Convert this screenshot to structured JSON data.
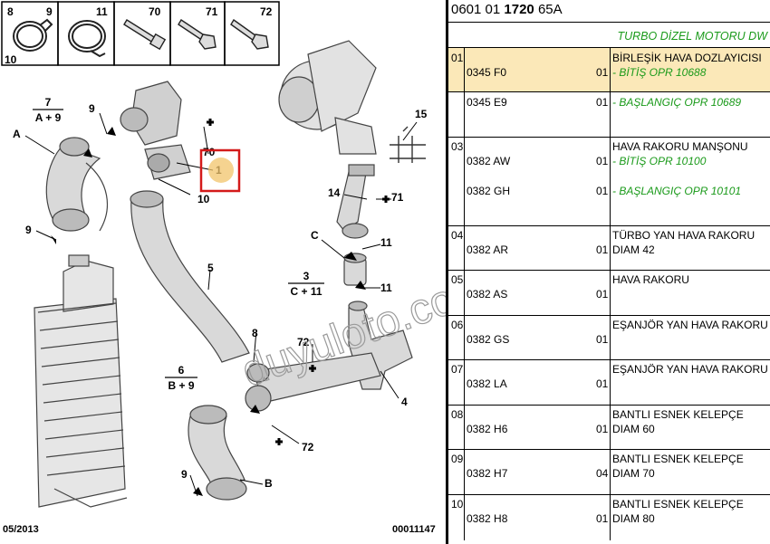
{
  "header": {
    "code_prefix": "0601 01",
    "code_bold": "1720",
    "code_suffix": "65A"
  },
  "subtitle": "TURBO DİZEL MOTORU DW",
  "diagram": {
    "date": "05/2013",
    "doc_number": "00011147",
    "watermark": "duyuloto.com",
    "top_boxes": [
      "8",
      "9",
      "11",
      "70",
      "71",
      "72"
    ],
    "box_corner": "10",
    "labels": {
      "A": "A",
      "B": "B",
      "C": "C",
      "n1": "1",
      "n4": "4",
      "n5": "5",
      "n8": "8",
      "n9a": "9",
      "n9b": "9",
      "n9c": "9",
      "n10": "10",
      "n11a": "11",
      "n11b": "11",
      "n14": "14",
      "n15": "15",
      "n70": "70",
      "n71": "71",
      "n72a": "72",
      "n72b": "72"
    },
    "fractions": [
      {
        "top": "7",
        "bottom": "A + 9"
      },
      {
        "top": "3",
        "bottom": "C + 11"
      },
      {
        "top": "6",
        "bottom": "B + 9"
      }
    ]
  },
  "groups": [
    {
      "no": "01",
      "highlight": true,
      "title": "BİRLEŞİK HAVA DOZLAYICISI",
      "items": [
        {
          "ref": "0345 F0",
          "qty": "01",
          "note": "- BİTİŞ OPR 10688"
        },
        {
          "ref": "0345 E9",
          "qty": "01",
          "note": "- BAŞLANGIÇ OPR 10689"
        }
      ]
    },
    {
      "no": "03",
      "title": "HAVA RAKORU MANŞONU",
      "items": [
        {
          "ref": "0382 AW",
          "qty": "01",
          "note": "- BİTİŞ OPR 10100"
        },
        {
          "ref": "0382 GH",
          "qty": "01",
          "note": "- BAŞLANGIÇ OPR 10101"
        }
      ]
    },
    {
      "no": "04",
      "title": "TÜRBO YAN HAVA RAKORU",
      "ref": "0382 AR",
      "qty": "01",
      "desc": "DIAM 42"
    },
    {
      "no": "05",
      "title": "HAVA RAKORU",
      "ref": "0382 AS",
      "qty": "01"
    },
    {
      "no": "06",
      "title": "EŞANJÖR YAN HAVA RAKORU",
      "ref": "0382 GS",
      "qty": "01"
    },
    {
      "no": "07",
      "title": "EŞANJÖR YAN HAVA RAKORU",
      "ref": "0382 LA",
      "qty": "01"
    },
    {
      "no": "08",
      "title": "BANTLI ESNEK KELEPÇE",
      "ref": "0382 H6",
      "qty": "01",
      "desc": "DIAM 60"
    },
    {
      "no": "09",
      "title": "BANTLI ESNEK KELEPÇE",
      "ref": "0382 H7",
      "qty": "04",
      "desc": "DIAM 70"
    },
    {
      "no": "10",
      "title": "BANTLI ESNEK KELEPÇE",
      "ref": "0382 H8",
      "qty": "01",
      "desc": "DIAM 80"
    }
  ]
}
